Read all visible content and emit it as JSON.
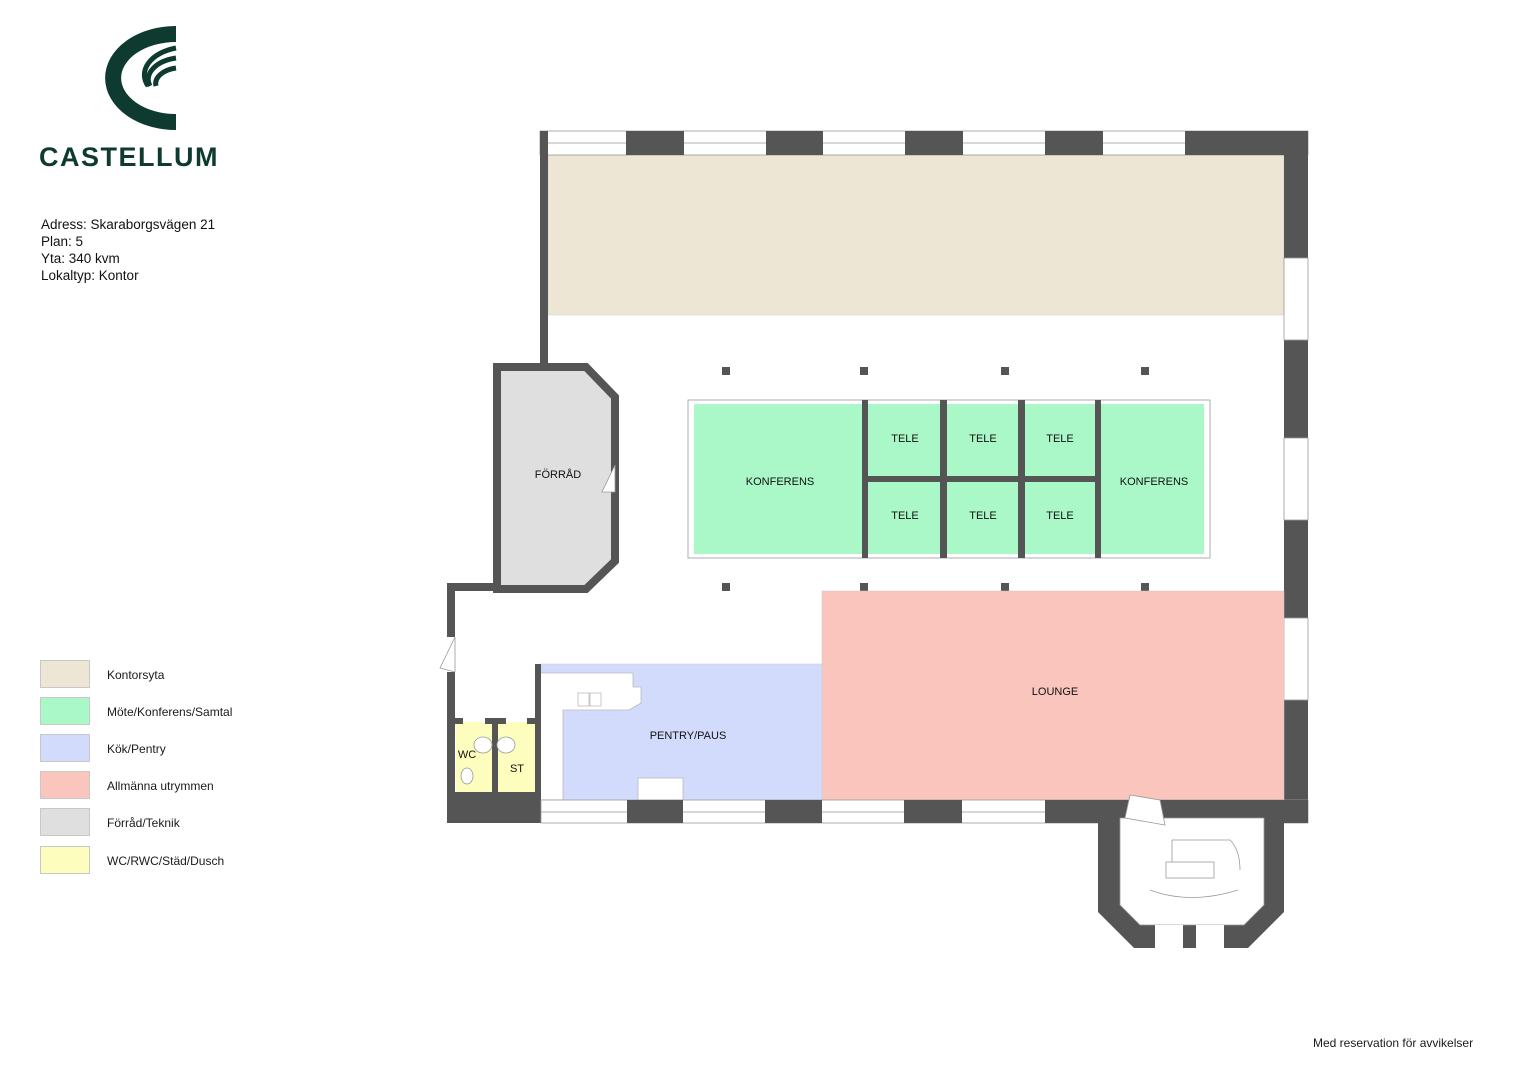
{
  "brand": {
    "name": "CASTELLUM",
    "color": "#0f3a30"
  },
  "info": {
    "address": "Adress: Skaraborgsvägen 21",
    "plan": "Plan: 5",
    "area": "Yta: 340 kvm",
    "type": "Lokaltyp: Kontor"
  },
  "rooms": {
    "forrad": "FÖRRÅD",
    "konferens_left": "KONFERENS",
    "konferens_right": "KONFERENS",
    "tele": [
      "TELE",
      "TELE",
      "TELE",
      "TELE",
      "TELE",
      "TELE"
    ],
    "lounge": "LOUNGE",
    "pentry": "PENTRY/PAUS",
    "wc": "WC",
    "st": "ST"
  },
  "legend": [
    {
      "label": "Kontorsyta",
      "color": "#ede6d5"
    },
    {
      "label": "Möte/Konferens/Samtal",
      "color": "#aaf8c8"
    },
    {
      "label": "Kök/Pentry",
      "color": "#d2dbfb"
    },
    {
      "label": "Allmänna utrymmen",
      "color": "#f9c5bc"
    },
    {
      "label": "Förråd/Teknik",
      "color": "#dfdfdf"
    },
    {
      "label": "WC/RWC/Städ/Dusch",
      "color": "#fdfdbd"
    }
  ],
  "footer": "Med reservation för avvikelser"
}
